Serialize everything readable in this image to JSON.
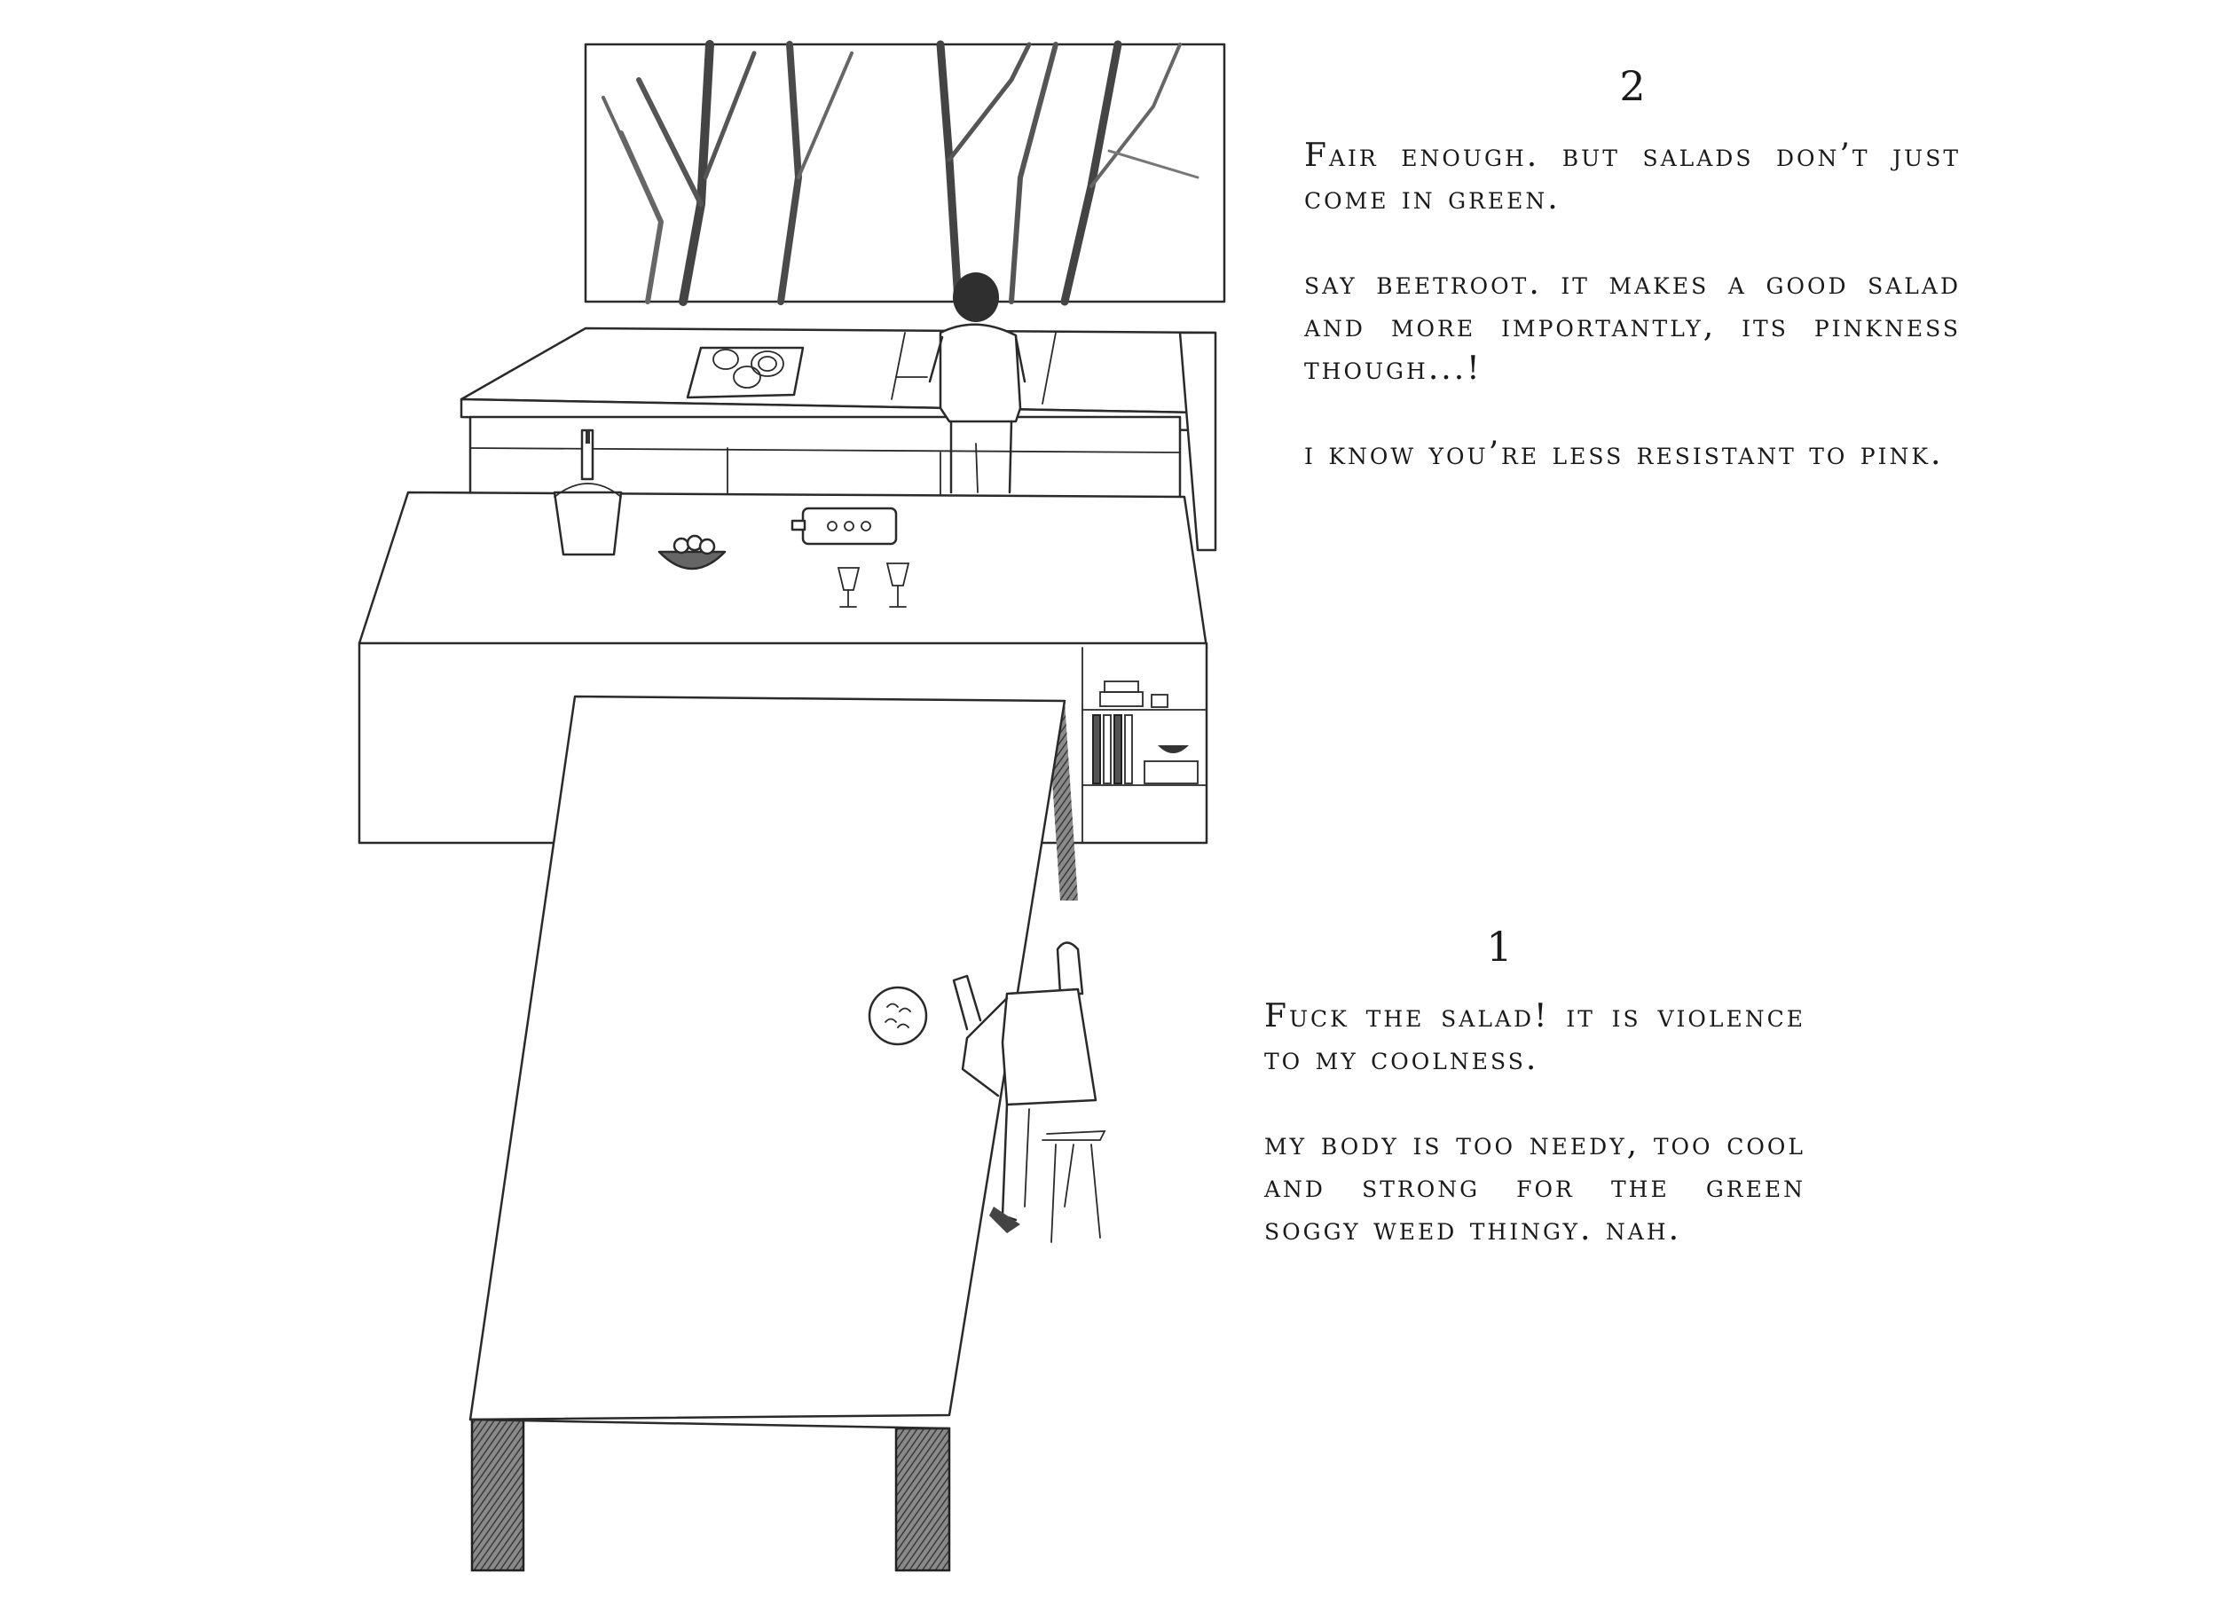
{
  "panel_2": {
    "number": "2",
    "paragraphs": [
      "Fair enough. but salads don’t just come in green.",
      "say beetroot. it makes a good salad and more importantly, its pinkness though...!",
      "i know you’re less resistant to pink."
    ]
  },
  "panel_1": {
    "number": "1",
    "paragraphs": [
      "Fuck the salad! it is violence to my coolness.",
      "my body is too needy, too cool and strong for the green soggy weed thingy. nah."
    ]
  }
}
